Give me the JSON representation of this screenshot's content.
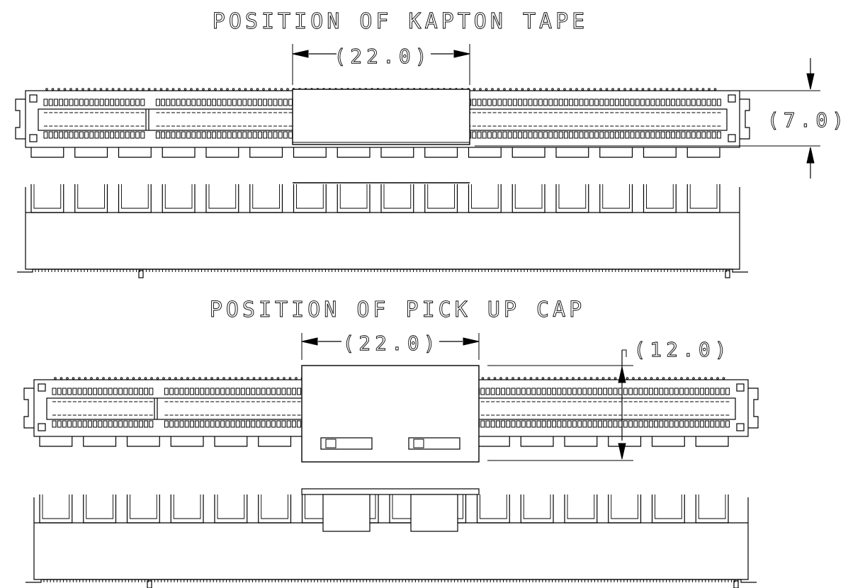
{
  "views": [
    {
      "key": "kapton",
      "title": "POSITION OF KAPTON TAPE",
      "dim_width": "(22.0)",
      "dim_height": "(7.0)"
    },
    {
      "key": "cap",
      "title": "POSITION OF PICK UP CAP",
      "dim_width": "(22.0)",
      "dim_height": "(12.0)"
    }
  ]
}
